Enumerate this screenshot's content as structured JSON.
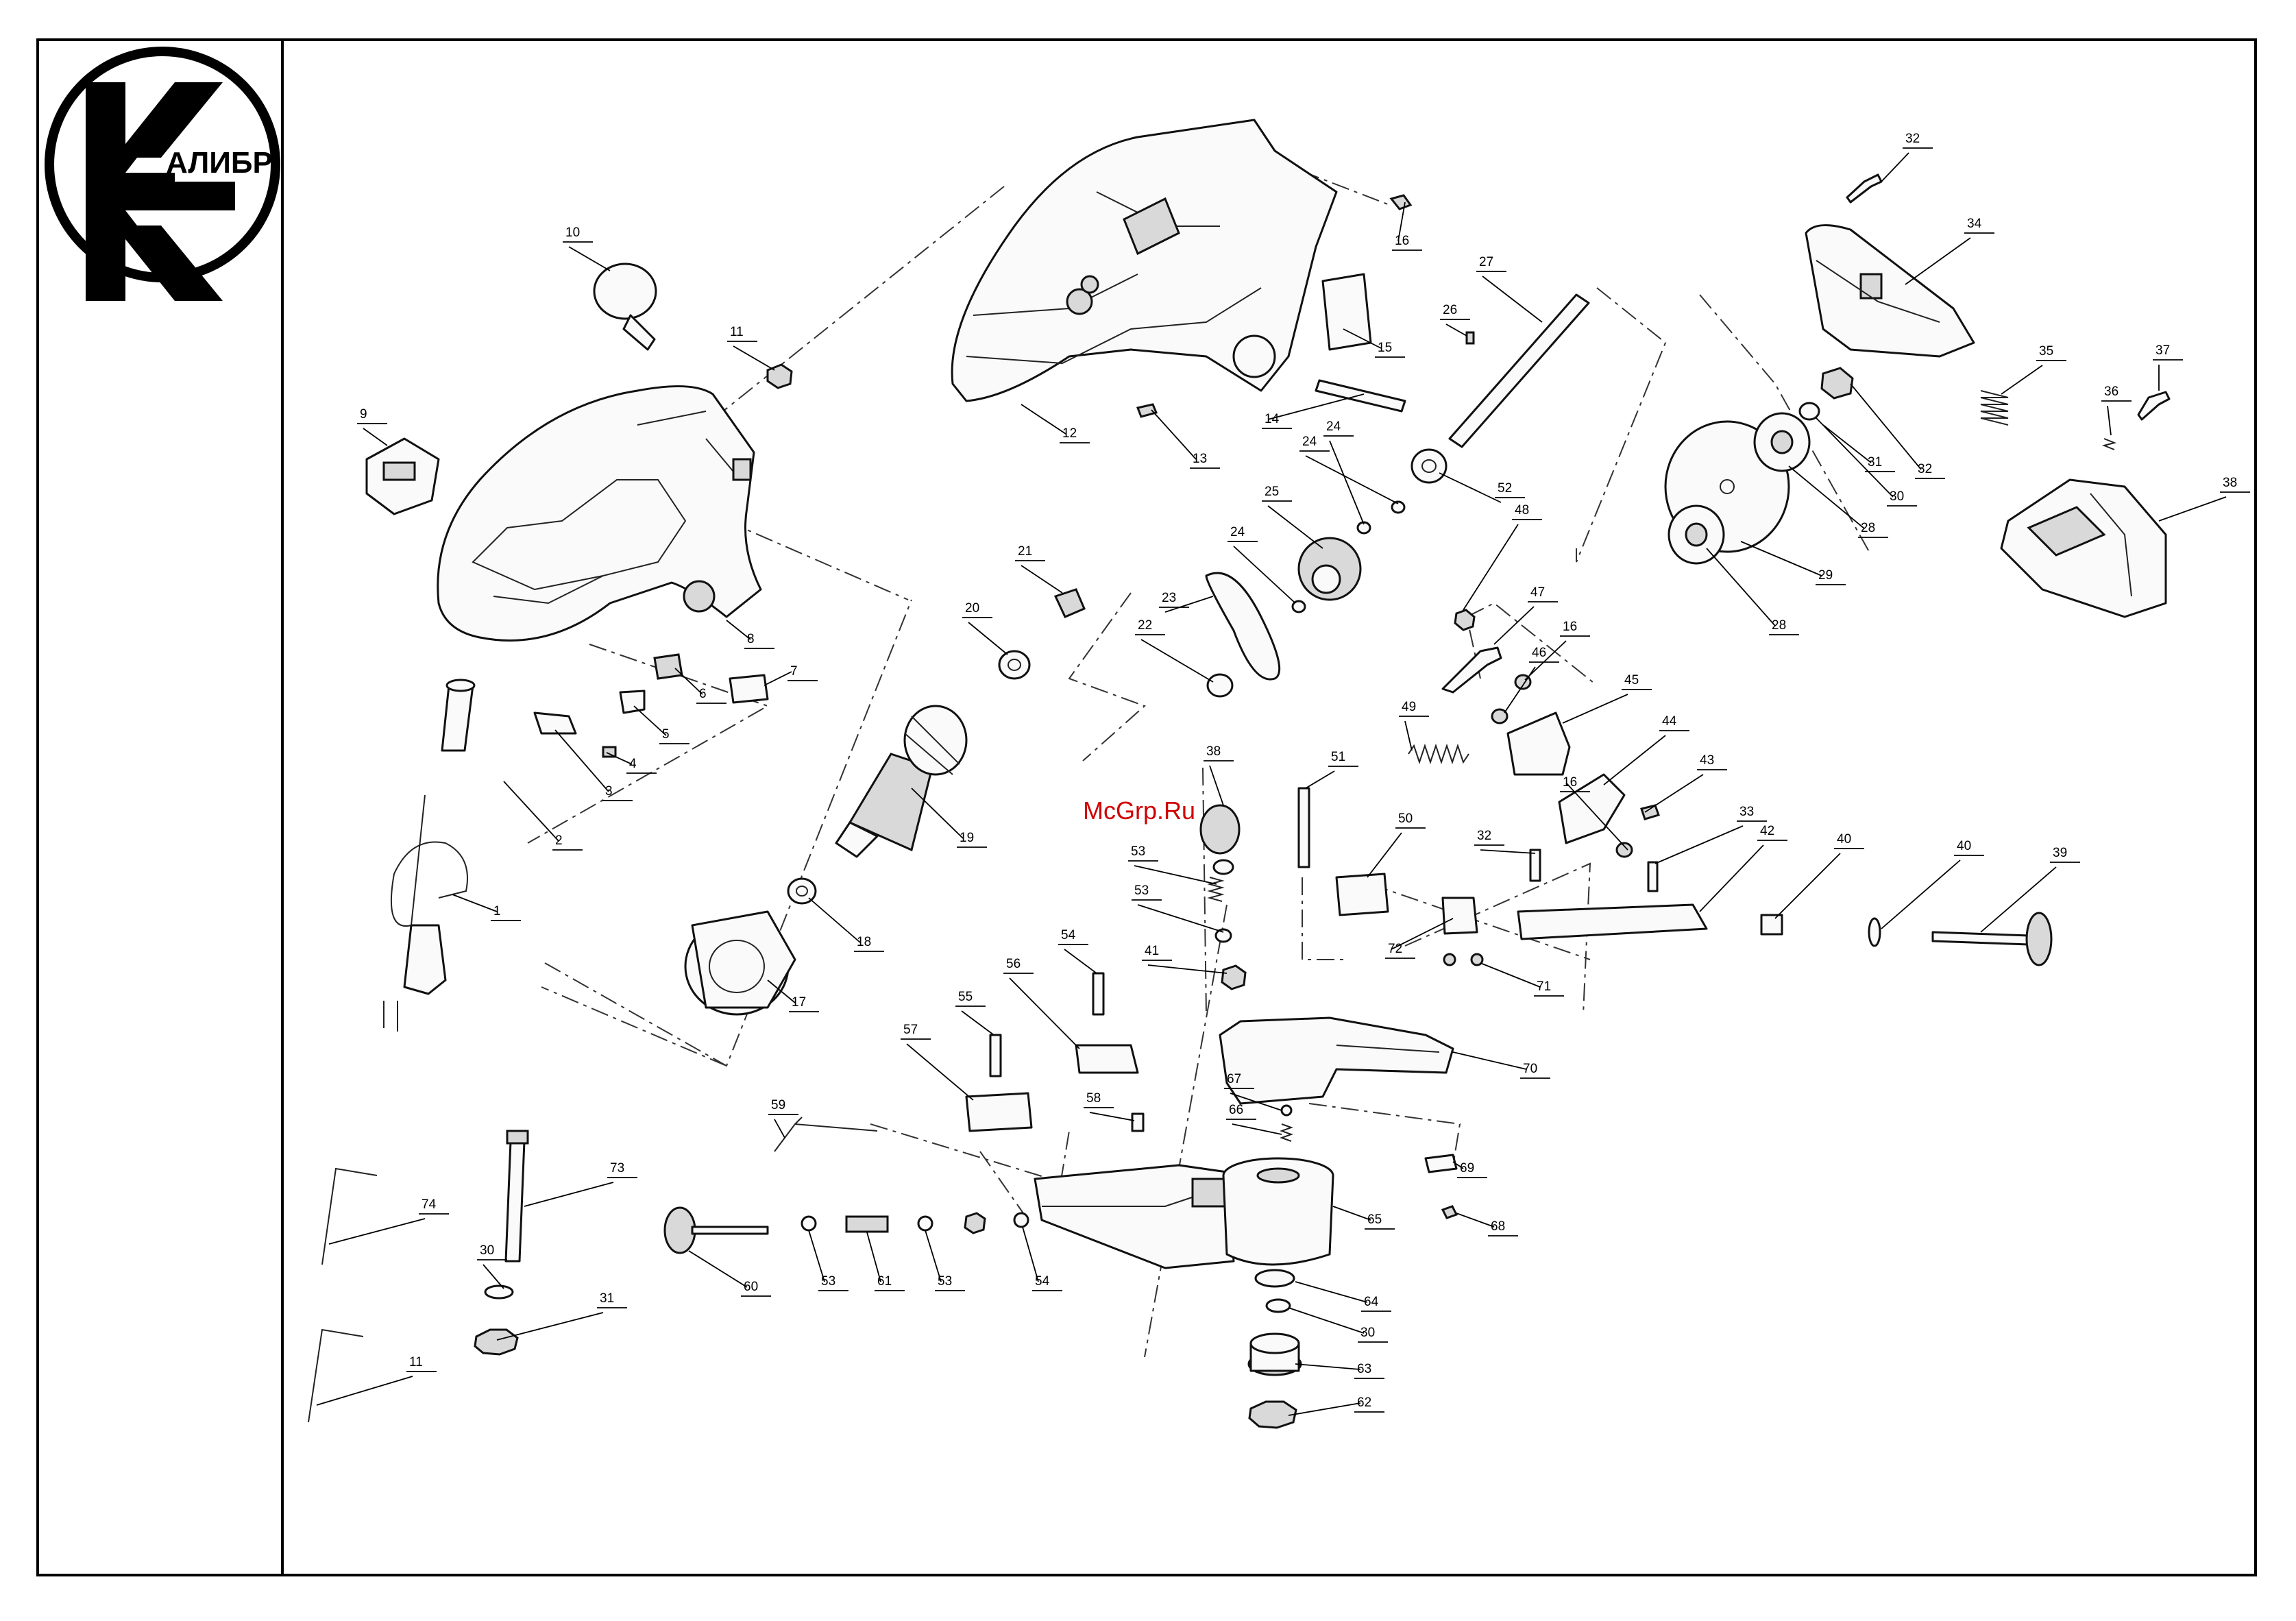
{
  "brand": {
    "logo_text": "АЛИБР",
    "logo_letter": "К"
  },
  "watermark": "McGrp.Ru",
  "callouts": [
    "1",
    "2",
    "3",
    "4",
    "5",
    "6",
    "7",
    "8",
    "9",
    "10",
    "11",
    "12",
    "13",
    "14",
    "15",
    "16",
    "16",
    "16",
    "17",
    "18",
    "19",
    "20",
    "21",
    "22",
    "23",
    "24",
    "24",
    "24",
    "25",
    "26",
    "27",
    "28",
    "28",
    "29",
    "30",
    "30",
    "30",
    "31",
    "31",
    "32",
    "32",
    "32",
    "33",
    "34",
    "35",
    "36",
    "37",
    "38",
    "38",
    "39",
    "40",
    "40",
    "41",
    "42",
    "43",
    "44",
    "45",
    "46",
    "47",
    "48",
    "49",
    "50",
    "51",
    "52",
    "53",
    "53",
    "53",
    "53",
    "54",
    "54",
    "55",
    "56",
    "57",
    "58",
    "59",
    "60",
    "61",
    "62",
    "63",
    "64",
    "65",
    "66",
    "67",
    "68",
    "69",
    "70",
    "71",
    "72",
    "73",
    "74",
    "11"
  ]
}
